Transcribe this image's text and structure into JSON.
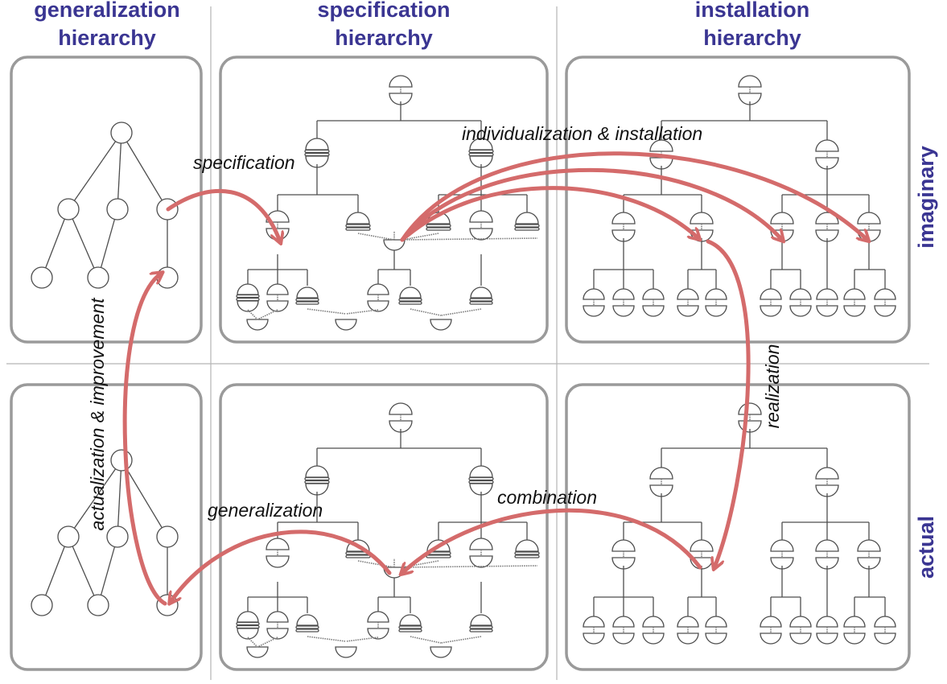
{
  "columns": [
    {
      "line1": "generalization",
      "line2": "hierarchy"
    },
    {
      "line1": "specification",
      "line2": "hierarchy"
    },
    {
      "line1": "installation",
      "line2": "hierarchy"
    }
  ],
  "rows": [
    "imaginary",
    "actual"
  ],
  "arrows": {
    "specification": "specification",
    "individualization_installation": "individualization & installation",
    "actualization_improvement": "actualization & improvement",
    "realization": "realization",
    "generalization": "generalization",
    "combination": "combination"
  },
  "colors": {
    "title": "#3a3592",
    "arrow": "#d46b6b",
    "panel_border": "#9a9a9a"
  }
}
